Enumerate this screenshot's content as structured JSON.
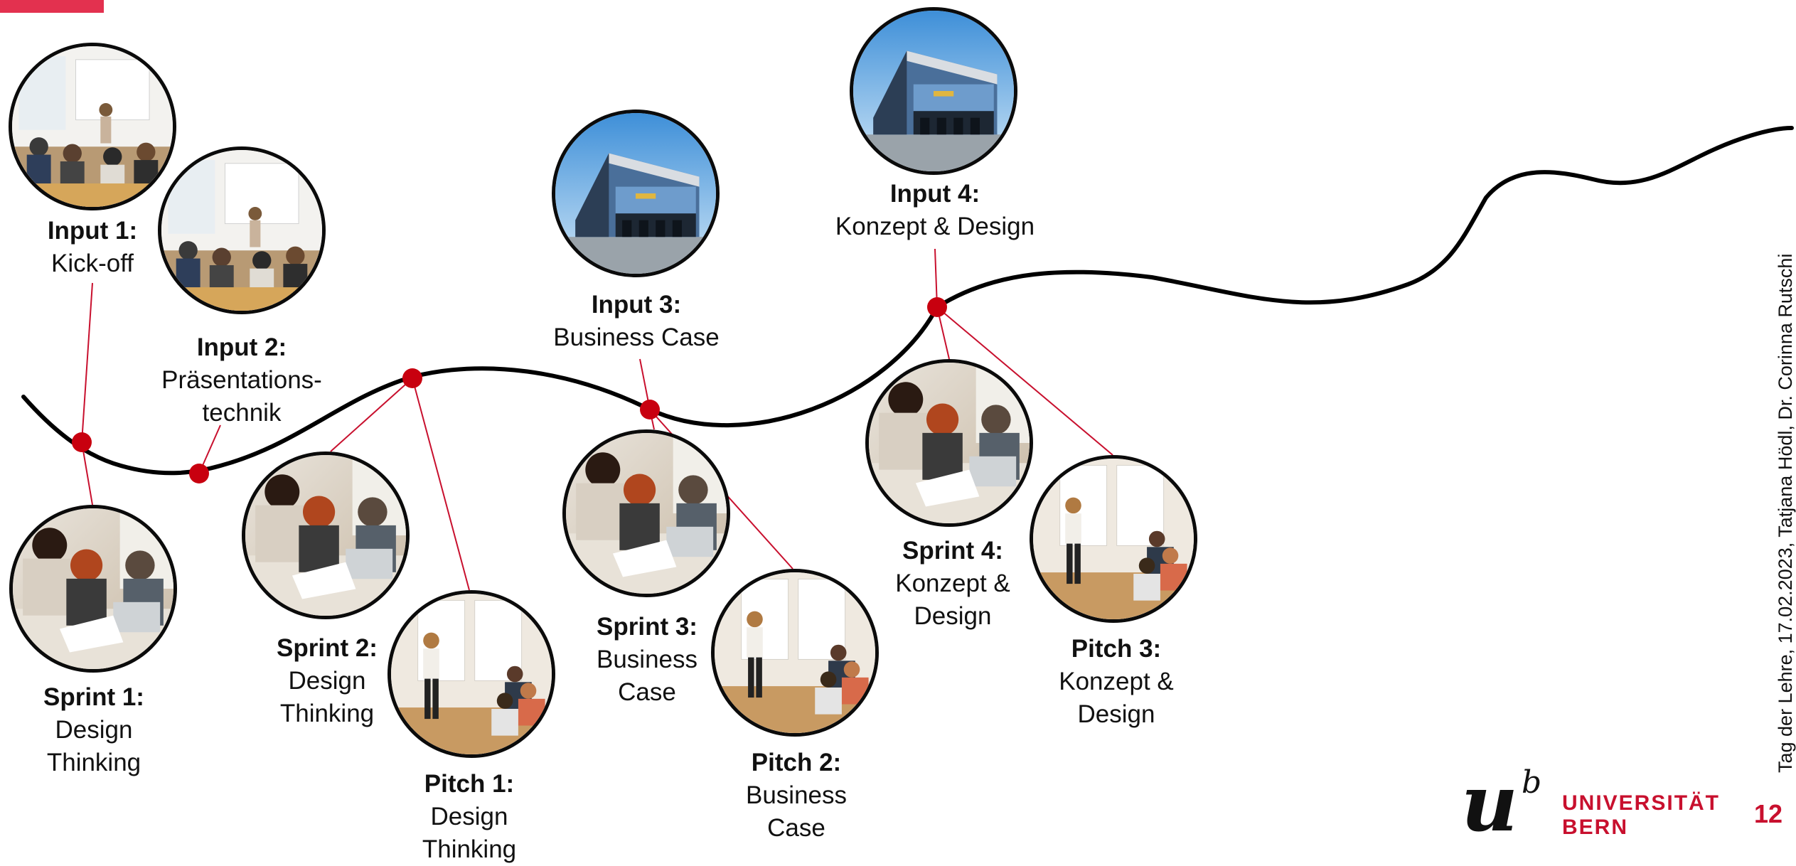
{
  "milestones": [
    {
      "id": "input1",
      "bold": "Input 1:",
      "lines": [
        "Kick-off"
      ],
      "image": "classroom-photo"
    },
    {
      "id": "input2",
      "bold": "Input 2:",
      "lines": [
        "Präsentations-",
        "technik"
      ],
      "image": "classroom-photo"
    },
    {
      "id": "input3",
      "bold": "Input 3:",
      "lines": [
        "Business Case"
      ],
      "image": "building-photo"
    },
    {
      "id": "input4",
      "bold": "Input 4:",
      "lines": [
        "Konzept & Design"
      ],
      "image": "building-photo"
    },
    {
      "id": "sprint1",
      "bold": "Sprint 1:",
      "lines": [
        "Design",
        "Thinking"
      ],
      "image": "team-work-photo"
    },
    {
      "id": "sprint2",
      "bold": "Sprint 2:",
      "lines": [
        "Design",
        "Thinking"
      ],
      "image": "team-work-photo"
    },
    {
      "id": "sprint3",
      "bold": "Sprint 3:",
      "lines": [
        "Business",
        "Case"
      ],
      "image": "team-work-photo"
    },
    {
      "id": "sprint4",
      "bold": "Sprint 4:",
      "lines": [
        "Konzept &",
        "Design"
      ],
      "image": "team-work-photo"
    },
    {
      "id": "pitch1",
      "bold": "Pitch 1:",
      "lines": [
        "Design",
        "Thinking"
      ],
      "image": "presentation-photo"
    },
    {
      "id": "pitch2",
      "bold": "Pitch 2:",
      "lines": [
        "Business",
        "Case"
      ],
      "image": "presentation-photo"
    },
    {
      "id": "pitch3",
      "bold": "Pitch 3:",
      "lines": [
        "Konzept &",
        "Design"
      ],
      "image": "presentation-photo"
    }
  ],
  "colors": {
    "accent": "#e3314f",
    "dot": "#c8000f",
    "connector": "#c8102e",
    "path": "#000000",
    "brand": "#c8102e"
  },
  "footer": {
    "text": "Tag der Lehre, 17.02.2023, Tatjana Hödl, Dr. Corinna Rutschi"
  },
  "page_number": "12",
  "logo": {
    "mark": "u",
    "superscript": "b",
    "line1": "UNIVERSITÄT",
    "line2": "BERN"
  }
}
